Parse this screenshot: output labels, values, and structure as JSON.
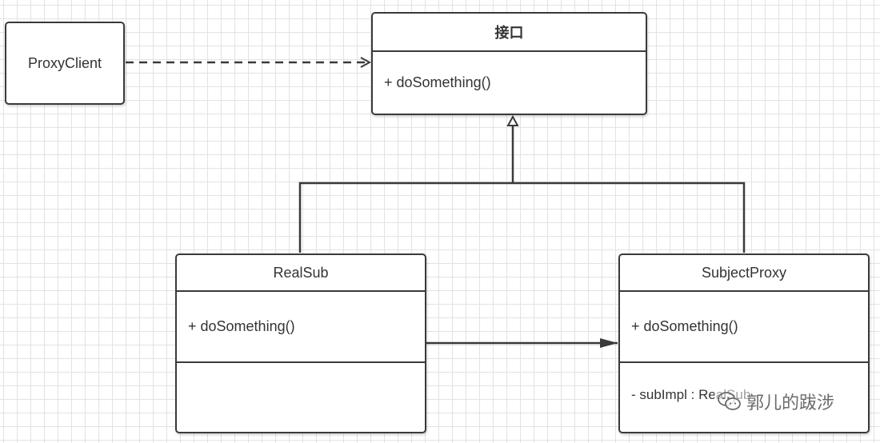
{
  "client": {
    "label": "ProxyClient"
  },
  "interface": {
    "name": "接口",
    "operation": "+ doSomething()"
  },
  "real_subject": {
    "name": "RealSub",
    "operation": "+ doSomething()"
  },
  "proxy": {
    "name": "SubjectProxy",
    "operation": "+ doSomething()",
    "attribute": "- subImpl : RealSub"
  },
  "watermark": {
    "text": "郭儿的跋涉"
  },
  "colors": {
    "line": "#3a3a3a",
    "grid": "#e3e3e3",
    "background": "#ffffff"
  }
}
